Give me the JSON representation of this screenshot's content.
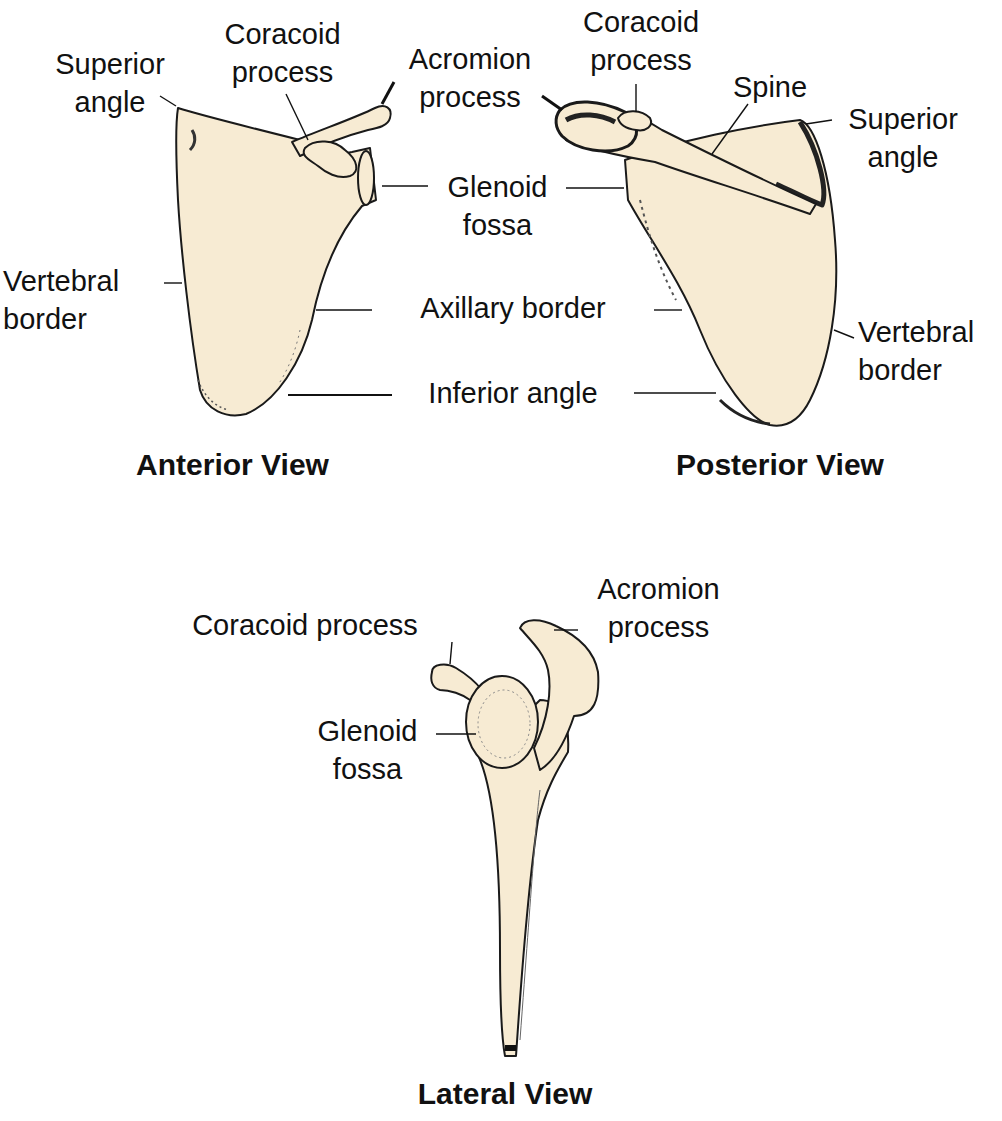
{
  "diagram": {
    "labels": [
      "Superior angle",
      "Coracoid process",
      "Acromion process",
      "Coracoid process",
      "Spine",
      "Superior angle",
      "Glenoid fossa",
      "Vertebral border",
      "Axillary border",
      "Vertebral border",
      "Inferior angle",
      "Anterior View",
      "Posterior View",
      "Coracoid process",
      "Acromion process",
      "Glenoid fossa",
      "Lateral View"
    ]
  }
}
